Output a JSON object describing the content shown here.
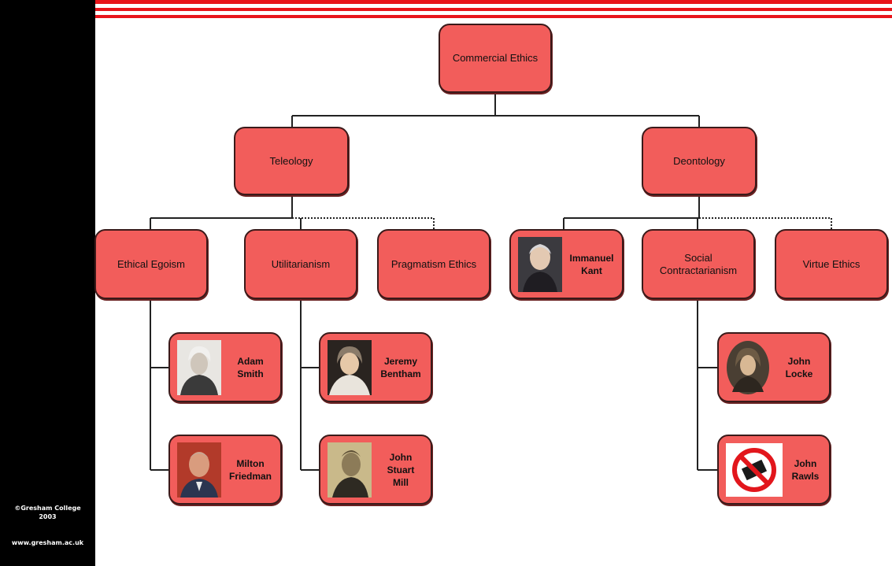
{
  "diagram": {
    "root": {
      "label": "Commercial Ethics"
    },
    "branches": {
      "teleology": {
        "label": "Teleology",
        "children": {
          "ethical_egoism": {
            "label": "Ethical Egoism",
            "people": [
              {
                "name": "Adam\nSmith",
                "icon": "portrait"
              },
              {
                "name": "Milton\nFriedman",
                "icon": "portrait"
              }
            ]
          },
          "utilitarianism": {
            "label": "Utilitarianism",
            "people": [
              {
                "name": "Jeremy\nBentham",
                "icon": "portrait"
              },
              {
                "name": "John\nStuart\nMill",
                "icon": "portrait"
              }
            ]
          },
          "pragmatism_ethics": {
            "label": "Pragmatism Ethics"
          }
        }
      },
      "deontology": {
        "label": "Deontology",
        "children": {
          "immanuel_kant": {
            "name": "Immanuel\nKant",
            "icon": "portrait"
          },
          "social_contractarianism": {
            "label": "Social\nContractarianism",
            "people": [
              {
                "name": "John\nLocke",
                "icon": "portrait"
              },
              {
                "name": "John\nRawls",
                "icon": "no-image-icon"
              }
            ]
          },
          "virtue_ethics": {
            "label": "Virtue Ethics"
          }
        }
      }
    }
  },
  "footer": {
    "copyright_line1": "©Gresham College",
    "copyright_line2": "2003",
    "website": "www.gresham.ac.uk"
  },
  "colors": {
    "node_fill": "#f25d5b",
    "accent_red": "#e8141a",
    "sidebar": "#000000"
  }
}
